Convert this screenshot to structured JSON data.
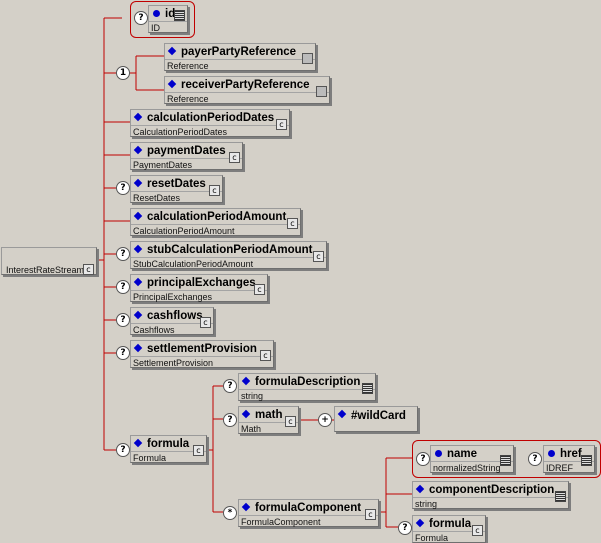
{
  "root": {
    "name": "InterestRateStream"
  },
  "elements": {
    "id": {
      "name": "id",
      "type": "ID",
      "optional": "?"
    },
    "payerPartyReference": {
      "name": "payerPartyReference",
      "type": "Reference"
    },
    "receiverPartyReference": {
      "name": "receiverPartyReference",
      "type": "Reference"
    },
    "choice_marker": "1",
    "calculationPeriodDates": {
      "name": "calculationPeriodDates",
      "type": "CalculationPeriodDates"
    },
    "paymentDates": {
      "name": "paymentDates",
      "type": "PaymentDates"
    },
    "resetDates": {
      "name": "resetDates",
      "type": "ResetDates",
      "optional": "?"
    },
    "calculationPeriodAmount": {
      "name": "calculationPeriodAmount",
      "type": "CalculationPeriodAmount"
    },
    "stubCalculationPeriodAmount": {
      "name": "stubCalculationPeriodAmount",
      "type": "StubCalculationPeriodAmount",
      "optional": "?"
    },
    "principalExchanges": {
      "name": "principalExchanges",
      "type": "PrincipalExchanges",
      "optional": "?"
    },
    "cashflows": {
      "name": "cashflows",
      "type": "Cashflows",
      "optional": "?"
    },
    "settlementProvision": {
      "name": "settlementProvision",
      "type": "SettlementProvision",
      "optional": "?"
    },
    "formula": {
      "name": "formula",
      "type": "Formula",
      "optional": "?"
    },
    "formulaDescription": {
      "name": "formulaDescription",
      "type": "string",
      "optional": "?"
    },
    "math": {
      "name": "math",
      "type": "Math",
      "optional": "?"
    },
    "wildCard": {
      "name": "#wildCard",
      "plus": "+"
    },
    "formulaComponent": {
      "name": "formulaComponent",
      "type": "FormulaComponent",
      "optional": "*"
    },
    "fc_name": {
      "name": "name",
      "type": "normalizedString",
      "optional": "?"
    },
    "fc_href": {
      "name": "href",
      "type": "IDREF",
      "optional": "?"
    },
    "componentDescription": {
      "name": "componentDescription",
      "type": "string"
    },
    "fc_formula": {
      "name": "formula",
      "type": "Formula",
      "optional": "?"
    }
  },
  "symbols": {
    "complex_type": "c"
  },
  "colors": {
    "connector": "#c00000",
    "bullet": "#0000cc",
    "background": "#d4d0c8"
  }
}
